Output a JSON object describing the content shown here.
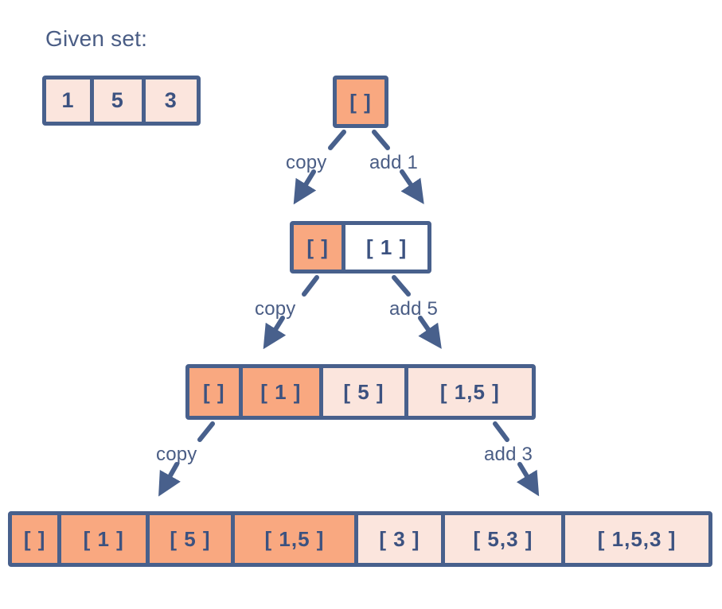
{
  "headline": "Given set:",
  "given_set": {
    "label": "given-set-row",
    "values": [
      "1",
      "5",
      "3"
    ]
  },
  "colors": {
    "stroke": "#48608c",
    "text": "#3c5280",
    "label_text": "#4a5d85",
    "highlight": "#f9a880",
    "light": "#fbe5dd",
    "white": "#ffffff",
    "background": "#ffffff"
  },
  "levels": [
    {
      "name": "level-0",
      "cells": [
        {
          "text": "[ ]",
          "fill": "orange"
        }
      ]
    },
    {
      "name": "level-1",
      "cells": [
        {
          "text": "[ ]",
          "fill": "orange"
        },
        {
          "text": "[ 1 ]",
          "fill": "white"
        }
      ]
    },
    {
      "name": "level-2",
      "cells": [
        {
          "text": "[ ]",
          "fill": "orange"
        },
        {
          "text": "[ 1 ]",
          "fill": "orange"
        },
        {
          "text": "[ 5 ]",
          "fill": "pink"
        },
        {
          "text": "[ 1,5 ]",
          "fill": "pink"
        }
      ]
    },
    {
      "name": "level-3",
      "cells": [
        {
          "text": "[ ]",
          "fill": "orange"
        },
        {
          "text": "[ 1 ]",
          "fill": "orange"
        },
        {
          "text": "[ 5 ]",
          "fill": "orange"
        },
        {
          "text": "[ 1,5 ]",
          "fill": "orange"
        },
        {
          "text": "[ 3 ]",
          "fill": "pink"
        },
        {
          "text": "[ 5,3 ]",
          "fill": "pink"
        },
        {
          "text": "[ 1,5,3 ]",
          "fill": "pink"
        }
      ]
    }
  ],
  "transitions": [
    {
      "name": "copy-0-1",
      "label": "copy"
    },
    {
      "name": "add-1",
      "label": "add 1"
    },
    {
      "name": "copy-1-2",
      "label": "copy"
    },
    {
      "name": "add-5",
      "label": "add 5"
    },
    {
      "name": "copy-2-3",
      "label": "copy"
    },
    {
      "name": "add-3",
      "label": "add 3"
    }
  ]
}
